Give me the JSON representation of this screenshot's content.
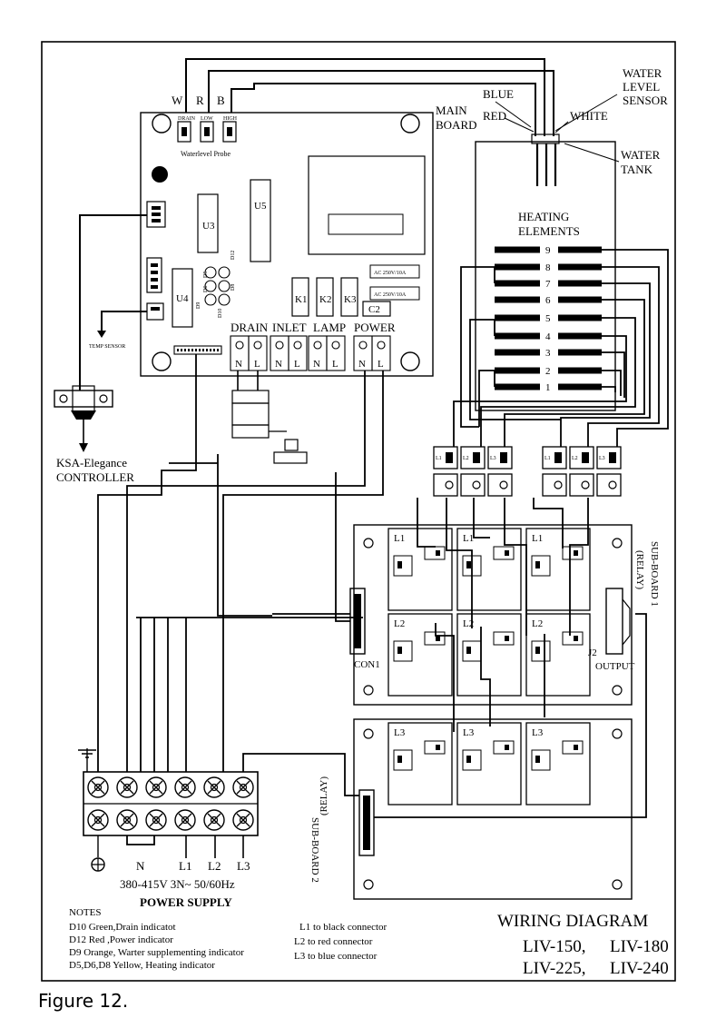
{
  "caption": "Figure 12.",
  "sensor": {
    "water_level_sensor": [
      "WATER",
      "LEVEL",
      "SENSOR"
    ],
    "wire_blue": "BLUE",
    "wire_red": "RED",
    "wire_white": "WHITE",
    "main_board": [
      "MAIN",
      "BOARD"
    ],
    "water_tank": [
      "WATER",
      "TANK"
    ]
  },
  "heating": {
    "title": [
      "HEATING",
      "ELEMENTS"
    ],
    "elements": [
      "9",
      "8",
      "7",
      "6",
      "5",
      "4",
      "3",
      "2",
      "1"
    ]
  },
  "main_board": {
    "probe_letters": [
      "W",
      "R",
      "B"
    ],
    "probe_caption": "Waterlevel Probe",
    "probe_pin_labels": [
      "DRAIN",
      "LOW",
      "HIGH"
    ],
    "chips": [
      "U3",
      "U5",
      "U4"
    ],
    "leds": [
      "D12",
      "D5",
      "D6",
      "D8",
      "D9",
      "D10"
    ],
    "relays": [
      "K1",
      "K2",
      "K3"
    ],
    "cap": "C2",
    "relay_ratings": [
      "AC 250V/10A",
      "AC 250V/10A"
    ],
    "temp_sensor": "TEMP SENSOR",
    "terminal_groups": [
      "DRAIN",
      "INLET",
      "LAMP",
      "POWER"
    ],
    "terminal_pins": [
      "N",
      "L",
      "N",
      "L",
      "N",
      "L",
      "N",
      "L"
    ]
  },
  "controller": [
    "KSA-Elegance",
    "CONTROLLER"
  ],
  "contactor": {
    "labels": [
      "L1",
      "L2",
      "L3",
      "L1",
      "L2",
      "L3"
    ]
  },
  "sub_board_1": {
    "title": [
      "SUB-BOARD 1",
      "(RELAY)"
    ],
    "relay_labels": [
      "L1",
      "L1",
      "L1",
      "L2",
      "L2",
      "L2"
    ],
    "con1": "CON1",
    "j2": "J2",
    "output": "OUTPUT"
  },
  "sub_board_2": {
    "title": [
      "SUB-BOARD 2",
      "(RELAY)"
    ],
    "relay_labels": [
      "L3",
      "L3",
      "L3"
    ]
  },
  "power": {
    "terminal_labels": [
      "N",
      "L1",
      "L2",
      "L3"
    ],
    "voltage": "380-415V 3N~ 50/60Hz",
    "title": "POWER SUPPLY"
  },
  "notes": {
    "title": "NOTES",
    "lines": [
      "D10 Green,Drain indicatot",
      "D12 Red ,Power indicator",
      "D9 Orange, Warter supplementing indicator",
      "D5,D6,D8 Yellow, Heating indicator"
    ],
    "connectors": [
      "L1 to black connector",
      "L2 to red connector",
      "L3 to blue connector"
    ]
  },
  "title_block": {
    "title": "WIRING DIAGRAM",
    "models": [
      "LIV-150,",
      "LIV-180",
      "LIV-225,",
      "LIV-240"
    ]
  }
}
